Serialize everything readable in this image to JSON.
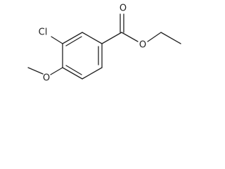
{
  "molecule": {
    "atom_labels": {
      "chlorine": "Cl",
      "carbonyl_oxygen": "O",
      "ester_oxygen": "O",
      "methoxy_oxygen": "O"
    }
  }
}
